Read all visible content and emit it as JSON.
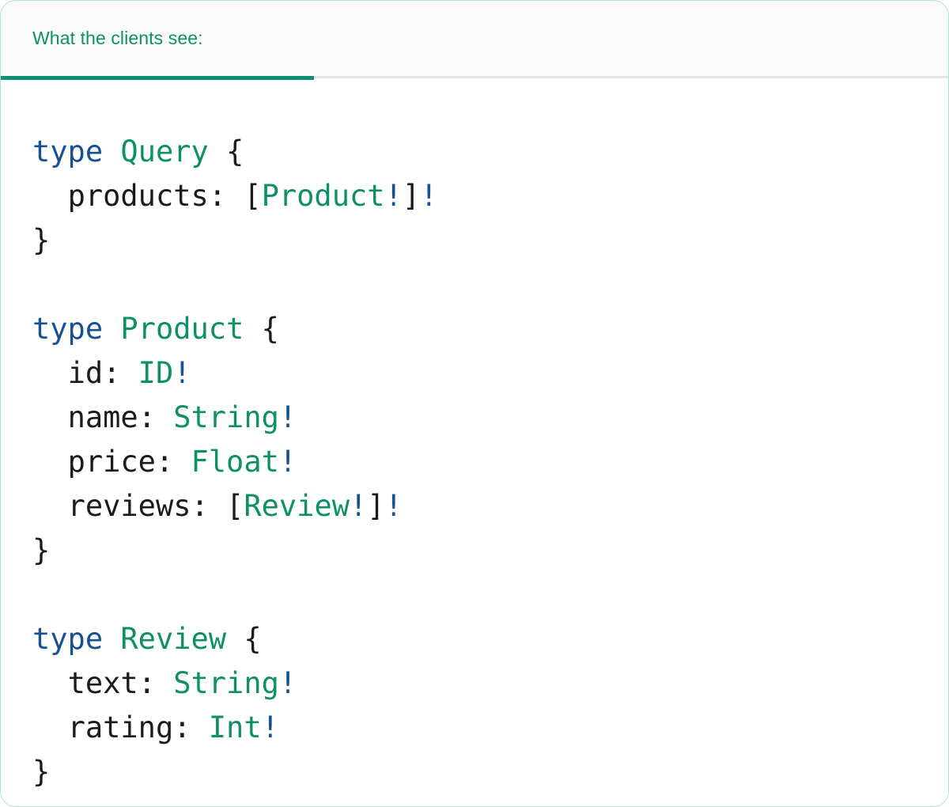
{
  "card": {
    "border_color": "#b9dfce",
    "background": "#ffffff"
  },
  "tabstrip": {
    "background": "#fafafa",
    "divider_color": "#e4e4e4",
    "tabs": [
      {
        "label": "What the clients see:",
        "active": true,
        "accent_color": "#0f9070",
        "label_color": "#0f8f68"
      }
    ]
  },
  "editor": {
    "language": "graphql",
    "colors": {
      "keyword": "#17518f",
      "type_name": "#0f8f68",
      "punctuation": "#1b1b1b",
      "field_name": "#1b1b1b",
      "non_null": "#17518f"
    },
    "lines": [
      {
        "indent": 0,
        "tokens": [
          {
            "t": "kw",
            "s": "type"
          },
          {
            "t": "punc",
            "s": " "
          },
          {
            "t": "type",
            "s": "Query"
          },
          {
            "t": "punc",
            "s": " {"
          }
        ]
      },
      {
        "indent": 1,
        "tokens": [
          {
            "t": "field",
            "s": "products:"
          },
          {
            "t": "punc",
            "s": " ["
          },
          {
            "t": "type",
            "s": "Product"
          },
          {
            "t": "bang",
            "s": "!"
          },
          {
            "t": "punc",
            "s": "]"
          },
          {
            "t": "bang",
            "s": "!"
          }
        ]
      },
      {
        "indent": 0,
        "tokens": [
          {
            "t": "punc",
            "s": "}"
          }
        ]
      },
      {
        "indent": 0,
        "tokens": []
      },
      {
        "indent": 0,
        "tokens": [
          {
            "t": "kw",
            "s": "type"
          },
          {
            "t": "punc",
            "s": " "
          },
          {
            "t": "type",
            "s": "Product"
          },
          {
            "t": "punc",
            "s": " {"
          }
        ]
      },
      {
        "indent": 1,
        "tokens": [
          {
            "t": "field",
            "s": "id:"
          },
          {
            "t": "punc",
            "s": " "
          },
          {
            "t": "type",
            "s": "ID"
          },
          {
            "t": "bang",
            "s": "!"
          }
        ]
      },
      {
        "indent": 1,
        "tokens": [
          {
            "t": "field",
            "s": "name:"
          },
          {
            "t": "punc",
            "s": " "
          },
          {
            "t": "type",
            "s": "String"
          },
          {
            "t": "bang",
            "s": "!"
          }
        ]
      },
      {
        "indent": 1,
        "tokens": [
          {
            "t": "field",
            "s": "price:"
          },
          {
            "t": "punc",
            "s": " "
          },
          {
            "t": "type",
            "s": "Float"
          },
          {
            "t": "bang",
            "s": "!"
          }
        ]
      },
      {
        "indent": 1,
        "tokens": [
          {
            "t": "field",
            "s": "reviews:"
          },
          {
            "t": "punc",
            "s": " ["
          },
          {
            "t": "type",
            "s": "Review"
          },
          {
            "t": "bang",
            "s": "!"
          },
          {
            "t": "punc",
            "s": "]"
          },
          {
            "t": "bang",
            "s": "!"
          }
        ]
      },
      {
        "indent": 0,
        "tokens": [
          {
            "t": "punc",
            "s": "}"
          }
        ]
      },
      {
        "indent": 0,
        "tokens": []
      },
      {
        "indent": 0,
        "tokens": [
          {
            "t": "kw",
            "s": "type"
          },
          {
            "t": "punc",
            "s": " "
          },
          {
            "t": "type",
            "s": "Review"
          },
          {
            "t": "punc",
            "s": " {"
          }
        ]
      },
      {
        "indent": 1,
        "tokens": [
          {
            "t": "field",
            "s": "text:"
          },
          {
            "t": "punc",
            "s": " "
          },
          {
            "t": "type",
            "s": "String"
          },
          {
            "t": "bang",
            "s": "!"
          }
        ]
      },
      {
        "indent": 1,
        "tokens": [
          {
            "t": "field",
            "s": "rating:"
          },
          {
            "t": "punc",
            "s": " "
          },
          {
            "t": "type",
            "s": "Int"
          },
          {
            "t": "bang",
            "s": "!"
          }
        ]
      },
      {
        "indent": 0,
        "tokens": [
          {
            "t": "punc",
            "s": "}"
          }
        ]
      }
    ]
  }
}
